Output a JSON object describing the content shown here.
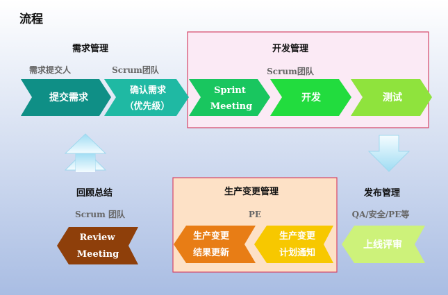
{
  "page": {
    "title": "流程"
  },
  "sections": {
    "demand": {
      "heading": "需求管理",
      "role_submit": "需求提交人",
      "role_team": "Scrum团队"
    },
    "dev": {
      "heading": "开发管理",
      "role": "Scrum团队"
    },
    "change": {
      "heading": "生产变更管理",
      "role": "PE"
    },
    "release": {
      "heading": "发布管理",
      "role": "QA/安全/PE等"
    },
    "review": {
      "heading": "回顾总结",
      "role": "Scrum 团队"
    }
  },
  "steps": {
    "submit": {
      "label": "提交需求"
    },
    "confirm": {
      "line1": "确认需求",
      "line2": "（优先级）"
    },
    "sprint": {
      "line1": "Sprint",
      "line2": "Meeting"
    },
    "develop": {
      "label": "开发"
    },
    "test": {
      "label": "测试"
    },
    "online_review": {
      "label": "上线评审"
    },
    "change_notice": {
      "line1": "生产变更",
      "line2": "计划通知"
    },
    "change_result": {
      "line1": "生产变更",
      "line2": "结果更新"
    },
    "retro": {
      "line1": "Review",
      "line2": "Meeting"
    }
  },
  "colors": {
    "bg_top": "#ffffff",
    "bg_bottom": "#a9bde3",
    "teal_dark": "#0f8f86",
    "teal_light": "#1fb9a3",
    "green_mid": "#19c65f",
    "green_bright": "#22dc3e",
    "green_lime": "#8fe33d",
    "lime_pale": "#cdf27a",
    "yellow": "#f7c800",
    "orange": "#e87d15",
    "brown": "#8e3f0a",
    "dev_box": "#fbeaf5",
    "change_box": "#fde1c6",
    "box_border": "#d64466",
    "arrow_light": "#c8ecf8"
  }
}
